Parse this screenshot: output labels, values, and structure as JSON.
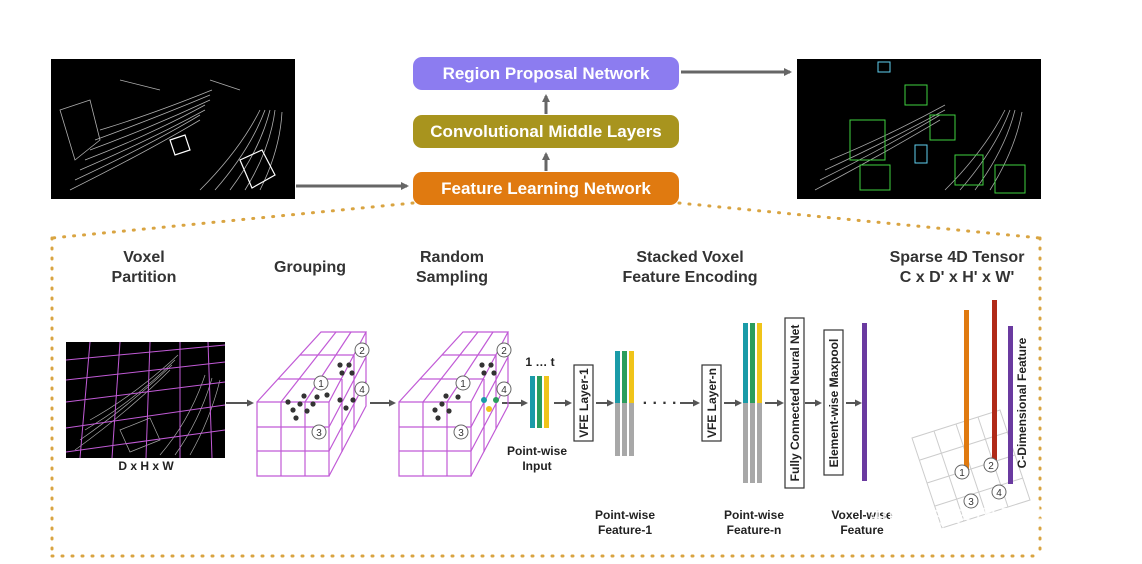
{
  "top_pipeline": {
    "rpn_label": "Region Proposal Network",
    "cml_label": "Convolutional Middle Layers",
    "fln_label": "Feature Learning Network",
    "colors": {
      "rpn": "#8c7cf0",
      "cml": "#a8941e",
      "fln": "#e07a10"
    }
  },
  "stages": {
    "voxel_partition": [
      "Voxel",
      "Partition"
    ],
    "grouping": "Grouping",
    "random_sampling": [
      "Random",
      "Sampling"
    ],
    "svfe": [
      "Stacked Voxel",
      "Feature Encoding"
    ],
    "sparse_tensor": [
      "Sparse 4D Tensor",
      "C x D' x H' x W'"
    ]
  },
  "labels": {
    "dims": "D x H x W",
    "one_to_t": "1 … t",
    "point_wise_input": [
      "Point-wise",
      "Input"
    ],
    "vfe_layer_1": "VFE Layer-1",
    "vfe_layer_n": "VFE Layer-n",
    "fcnn": "Fully Connected Neural Net",
    "maxpool": "Element-wise Maxpool",
    "c_dim_feature": "C-Dimensional Feature",
    "pw_feature_1": [
      "Point-wise",
      "Feature-1"
    ],
    "pw_feature_n": [
      "Point-wise",
      "Feature-n"
    ],
    "voxel_wise_feature": [
      "Voxel-wise",
      "Feature"
    ],
    "dots": "· · · ·",
    "circle_numbers": [
      "1",
      "2",
      "3",
      "4"
    ]
  },
  "watermark": "知乎 @梦里寻梦",
  "colors": {
    "dotted_border": "#d9a441",
    "voxel_grid": "#c15ad6",
    "arrow": "#666666",
    "teal": "#1a9ba8",
    "green": "#2a9d5c",
    "yellow": "#f0c419",
    "gray": "#a8a8a8",
    "purple": "#6a3aa0",
    "orange": "#e07a10",
    "red": "#b02a18"
  }
}
